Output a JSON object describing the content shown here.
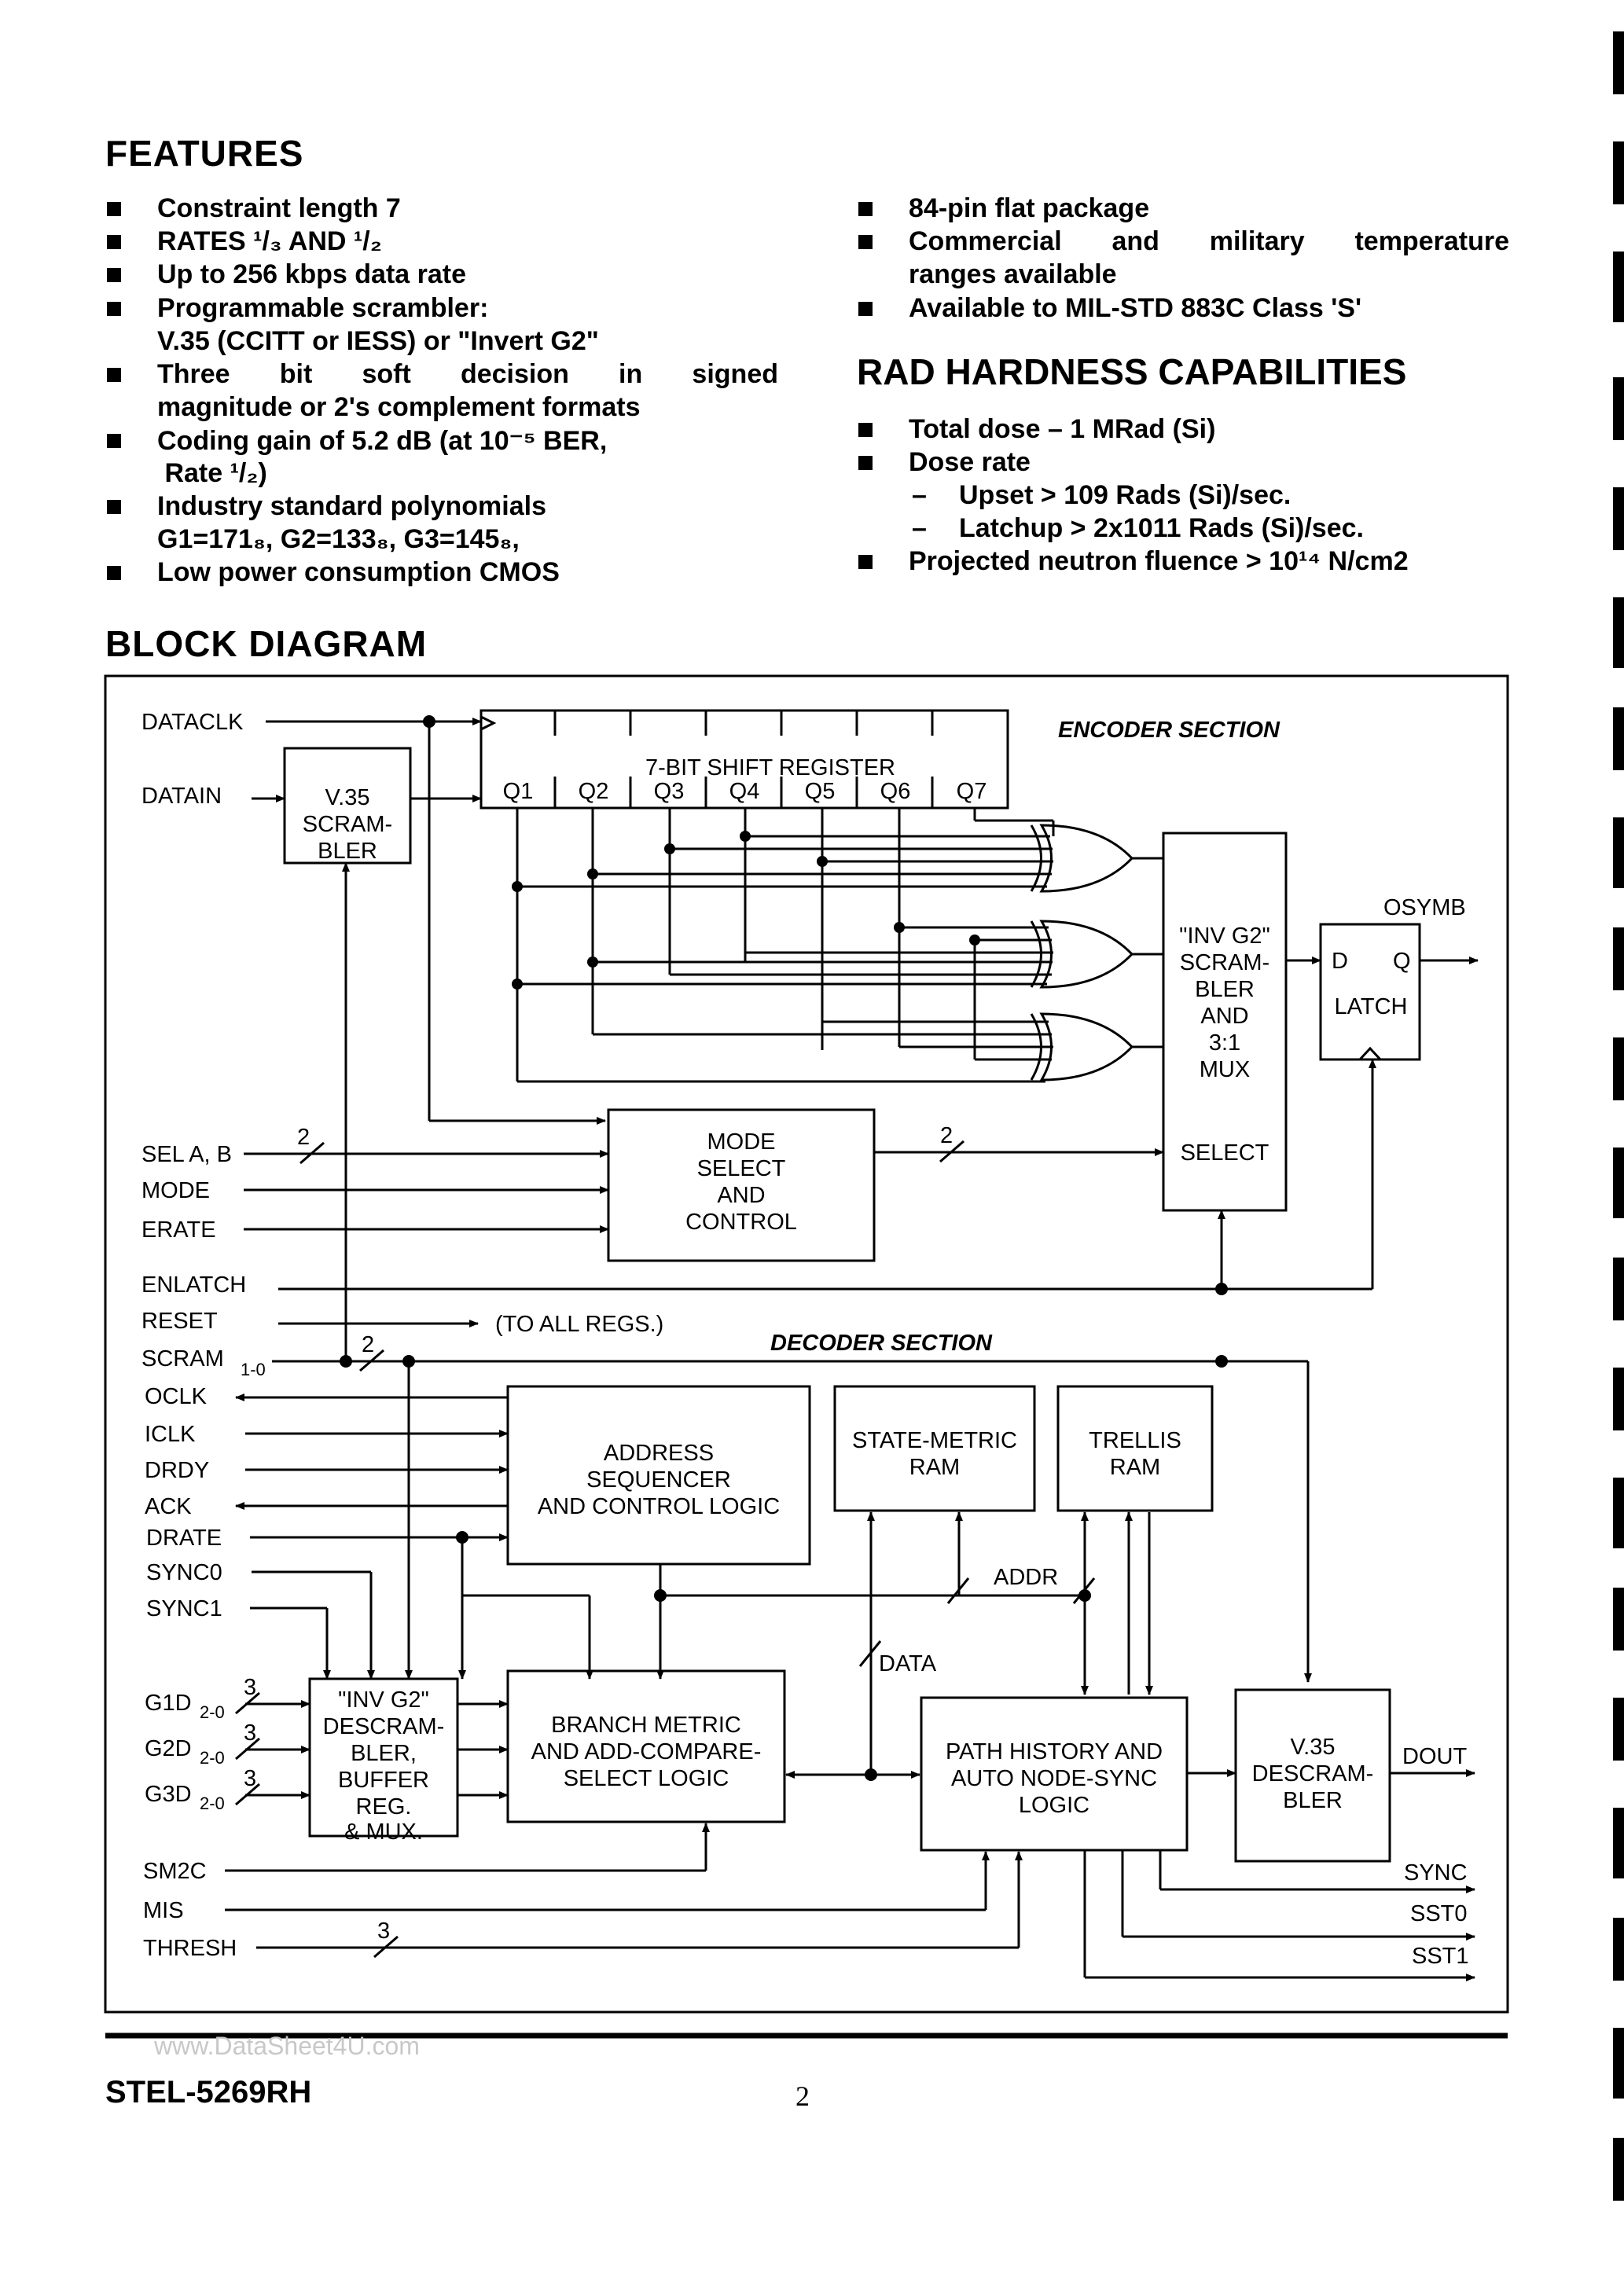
{
  "features": {
    "heading": "FEATURES",
    "left": [
      {
        "lines": [
          "Constraint length 7"
        ]
      },
      {
        "lines": [
          "RATES ¹/₃ AND ¹/₂"
        ]
      },
      {
        "lines": [
          "Up to 256 kbps data rate"
        ]
      },
      {
        "lines": [
          "Programmable scrambler:",
          "V.35 (CCITT or IESS) or \"Invert G2\""
        ]
      },
      {
        "lines": [
          "Three bit soft decision in signed",
          "magnitude or 2's complement formats"
        ]
      },
      {
        "lines": [
          "Coding gain of 5.2 dB (at 10⁻⁵ BER,",
          " Rate ¹/₂)"
        ]
      },
      {
        "lines": [
          "Industry standard polynomials",
          "G1=171₈, G2=133₈, G3=145₈,"
        ]
      },
      {
        "lines": [
          "Low power consumption CMOS"
        ]
      }
    ],
    "right": [
      {
        "lines": [
          "84-pin flat package"
        ]
      },
      {
        "lines": [
          "Commercial and military temperature",
          "ranges available"
        ]
      },
      {
        "lines": [
          "Available to MIL-STD 883C Class 'S'"
        ]
      }
    ]
  },
  "rad": {
    "heading": "RAD HARDNESS CAPABILITIES",
    "items": [
      {
        "text": "Total dose – 1 MRad (Si)",
        "type": "bullet"
      },
      {
        "text": "Dose rate",
        "type": "bullet"
      },
      {
        "text": "Upset > 109 Rads (Si)/sec.",
        "type": "dash"
      },
      {
        "text": "Latchup > 2x1011 Rads (Si)/sec.",
        "type": "dash"
      },
      {
        "text": "Projected neutron fluence > 10¹⁴ N/cm2",
        "type": "bullet"
      }
    ]
  },
  "block": {
    "heading": "BLOCK DIAGRAM",
    "encoder_section": "ENCODER SECTION",
    "decoder_section": "DECODER SECTION",
    "shift_register": "7-BIT SHIFT REGISTER",
    "taps": [
      "Q1",
      "Q2",
      "Q3",
      "Q4",
      "Q5",
      "Q6",
      "Q7"
    ],
    "v35_scram": [
      "V.35",
      "SCRAM-",
      "BLER"
    ],
    "inv_scram": [
      "\"INV G2\"",
      "SCRAM-",
      "BLER",
      "AND",
      "3:1",
      "MUX"
    ],
    "select": "SELECT",
    "latch": {
      "d": "D",
      "q": "Q",
      "name": "LATCH",
      "out": "OSYMB"
    },
    "mode_select": [
      "MODE",
      "SELECT",
      "AND",
      "CONTROL"
    ],
    "bus2": "2",
    "bus3": "3",
    "to_all_regs": "(TO ALL REGS.)",
    "address_seq": [
      "ADDRESS",
      "SEQUENCER",
      "AND CONTROL LOGIC"
    ],
    "state_metric": [
      "STATE-METRIC",
      "RAM"
    ],
    "trellis": [
      "TRELLIS",
      "RAM"
    ],
    "addr": "ADDR",
    "data": "DATA",
    "inv_descram": [
      "\"INV G2\"",
      "DESCRAM-",
      "BLER,",
      "BUFFER",
      "REG.",
      "& MUX."
    ],
    "branch_metric": [
      "BRANCH METRIC",
      "AND ADD-COMPARE-",
      "SELECT LOGIC"
    ],
    "path_history": [
      "PATH HISTORY AND",
      "AUTO NODE-SYNC",
      "LOGIC"
    ],
    "v35_descram": [
      "V.35",
      "DESCRAM-",
      "BLER"
    ],
    "dout": "DOUT",
    "inputs": {
      "dataclk": "DATACLK",
      "datain": "DATAIN",
      "sel": "SEL A, B",
      "mode": "MODE",
      "erate": "ERATE",
      "enlatch": "ENLATCH",
      "reset": "RESET",
      "scram": "SCRAM",
      "scram_sub": "1-0",
      "oclk": "OCLK",
      "iclk": "ICLK",
      "drdy": "DRDY",
      "ack": "ACK",
      "drate": "DRATE",
      "sync0": "SYNC0",
      "sync1": "SYNC1",
      "g1d": "G1D",
      "g2d": "G2D",
      "g3d": "G3D",
      "gsub": "2-0",
      "sm2c": "SM2C",
      "mis": "MIS",
      "thresh": "THRESH"
    },
    "outputs": {
      "sync": "SYNC",
      "sst0": "SST0",
      "sst1": "SST1"
    }
  },
  "footer": {
    "part": "STEL-5269RH",
    "page": "2",
    "watermark": "www.DataSheet4U.com"
  }
}
